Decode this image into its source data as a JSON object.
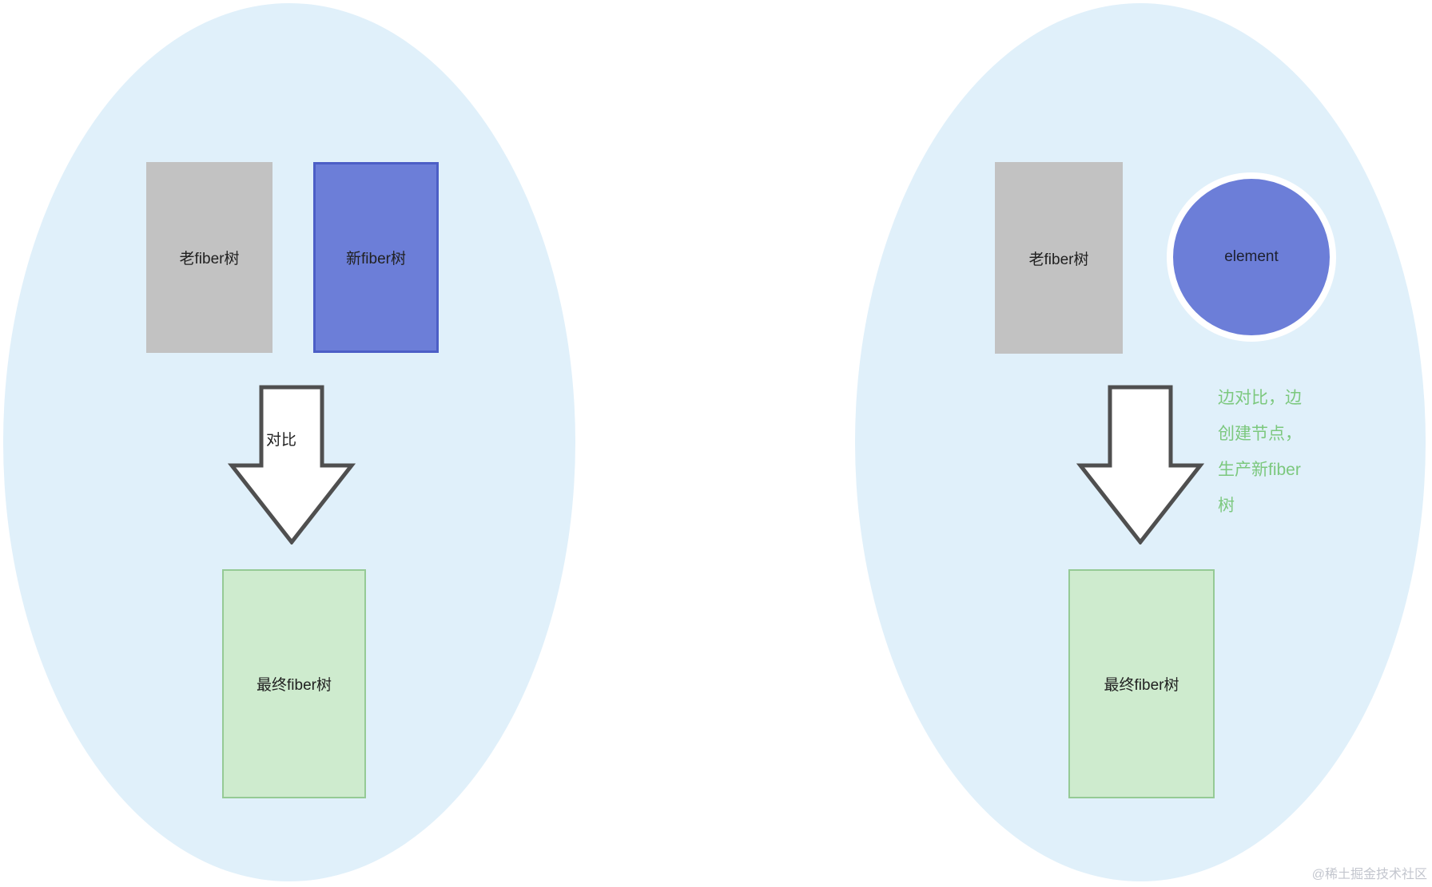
{
  "left_panel": {
    "old_tree_label": "老fiber树",
    "new_tree_label": "新fiber树",
    "arrow_label": "对比",
    "result_label": "最终fiber树"
  },
  "right_panel": {
    "old_tree_label": "老fiber树",
    "element_label": "element",
    "note": "边对比，边\n创建节点，\n生产新fiber\n树",
    "result_label": "最终fiber树"
  },
  "watermark": "@稀土掘金技术社区",
  "colors": {
    "ellipse_fill": "#e0f0fa",
    "gray_box": "#c2c2c2",
    "blue_fill": "#6c7ed8",
    "blue_border": "#4c5ec6",
    "green_fill": "#ceebce",
    "green_border": "#95ca95",
    "green_note_text": "#7cc87e",
    "arrow_stroke": "#4f4f4f",
    "label_text": "#212121",
    "watermark_text": "#c3c6ce"
  }
}
